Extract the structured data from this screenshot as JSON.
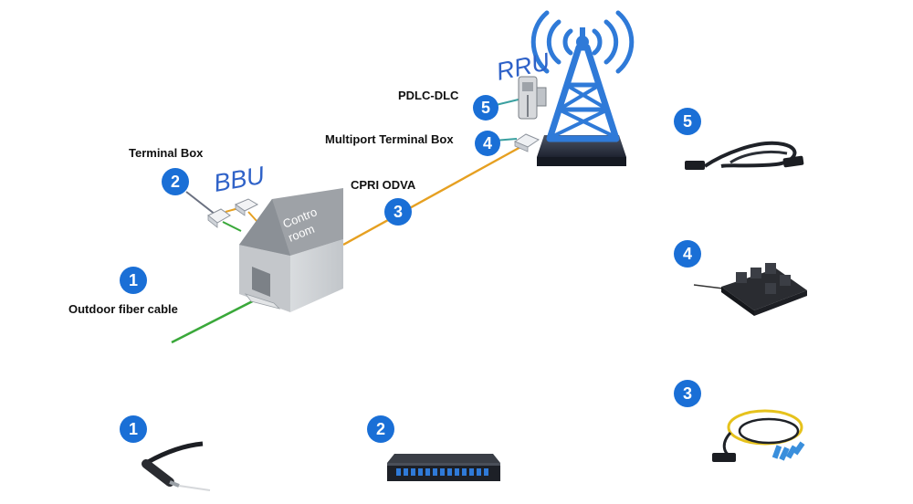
{
  "labels": {
    "terminal_box": "Terminal Box",
    "bbu": "BBU",
    "control_room_1": "Contro",
    "control_room_2": "room",
    "outdoor_fiber_cable": "Outdoor fiber cable",
    "cpri_odva": "CPRI ODVA",
    "multiport_terminal_box": "Multiport Terminal Box",
    "pdlc_dlc": "PDLC-DLC",
    "rru": "RRU"
  },
  "badges": {
    "outdoor_fiber_cable": "1",
    "terminal_box": "2",
    "cpri_odva": "3",
    "multiport_terminal_box": "4",
    "pdlc_dlc": "5",
    "product_5": "5",
    "product_4": "4",
    "product_3": "3",
    "product_1": "1",
    "product_2": "2"
  },
  "colors": {
    "badge": "#1a6fd6",
    "fiber_green": "#3aa83a",
    "fiber_orange": "#e6a021",
    "fiber_teal": "#3aa0a0",
    "fiber_gray": "#6a7080",
    "tower_blue": "#2f7ad8",
    "house_gray": "#a9adb2"
  }
}
